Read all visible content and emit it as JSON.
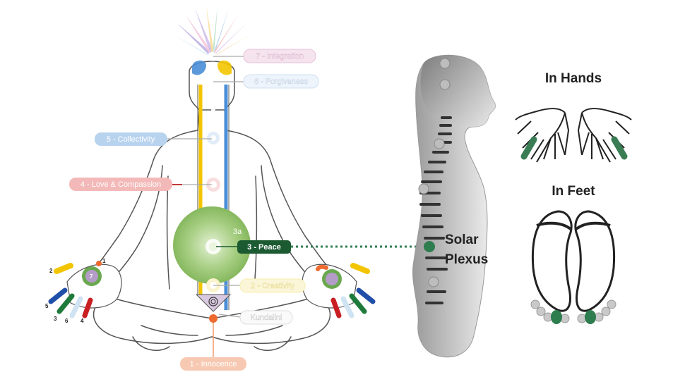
{
  "chakras": [
    {
      "label": "7 - Integration",
      "color": "#e7c2da"
    },
    {
      "label": "6 - Forgiveness",
      "color": "#cfdff0"
    },
    {
      "label": "5 - Collectivity",
      "color": "#b8d3ee"
    },
    {
      "label": "4 - Love & Compassion",
      "color": "#f3b9b9"
    },
    {
      "label": "3 - Peace",
      "color": "#1c5a32"
    },
    {
      "label": "3a",
      "color": "#6aa84f"
    },
    {
      "label": "2 - Creativity",
      "color": "#f8eeae"
    },
    {
      "label": "Kundalini",
      "color": "#e8e8e8"
    },
    {
      "label": "1 - Innocence",
      "color": "#f7c9b2"
    }
  ],
  "hand_numbers": [
    "1",
    "2",
    "3",
    "4",
    "5",
    "6",
    "7"
  ],
  "solar_plexus": {
    "line1": "Solar",
    "line2": "Plexus",
    "dot_color": "#2e7d4f"
  },
  "in_hands": {
    "title": "In Hands",
    "finger_color": "#3a7d55"
  },
  "in_feet": {
    "title": "In Feet",
    "toe_color": "#2e7d4f"
  },
  "colors": {
    "line": "#555555",
    "gold": "#f3c500",
    "blue": "#4a8ed6",
    "center_green": "#8fc26a"
  }
}
